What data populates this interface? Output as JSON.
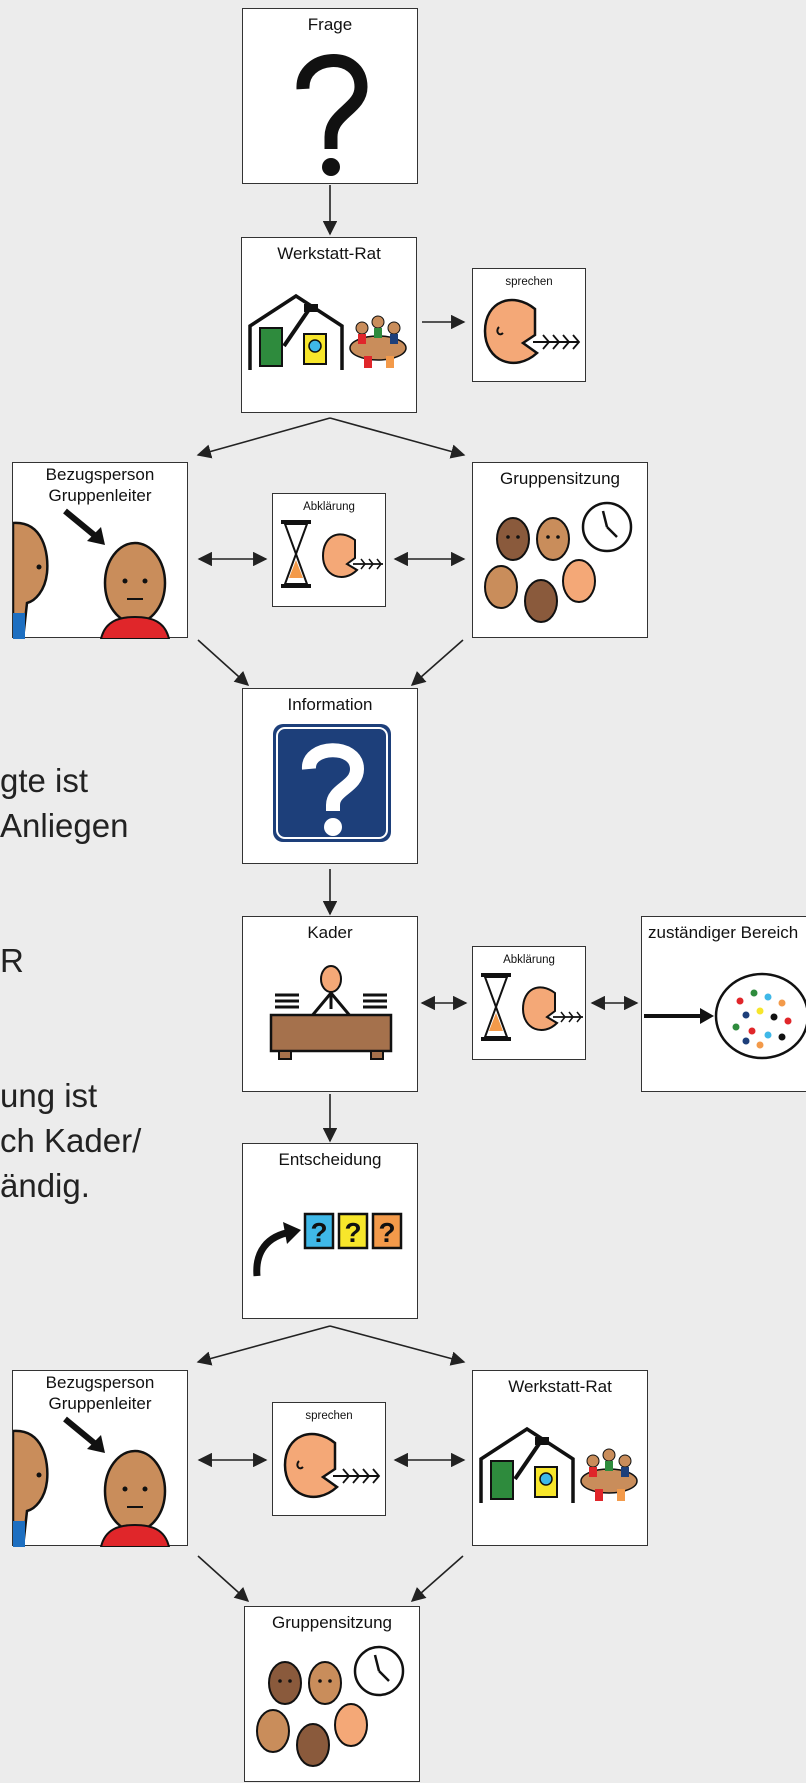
{
  "cards": {
    "frage": "Frage",
    "werkstatt_rat_1": "Werkstatt-Rat",
    "sprechen_1": "sprechen",
    "bezugsperson_1_line1": "Bezugsperson",
    "bezugsperson_1_line2": "Gruppenleiter",
    "abklaerung_1": "Abklärung",
    "gruppensitzung_1": "Gruppensitzung",
    "information": "Information",
    "kader": "Kader",
    "abklaerung_2": "Abklärung",
    "zustaendiger_bereich": "zuständiger Bereich",
    "entscheidung": "Entscheidung",
    "bezugsperson_2_line1": "Bezugsperson",
    "bezugsperson_2_line2": "Gruppenleiter",
    "sprechen_2": "sprechen",
    "werkstatt_rat_2": "Werkstatt-Rat",
    "gruppensitzung_2": "Gruppensitzung"
  },
  "side_text": {
    "line1": "gte ist",
    "line2": " Anliegen",
    "line3": "R",
    "line4": "ung ist",
    "line5": "ch Kader/",
    "line6": "ändig."
  },
  "colors": {
    "background": "#ececec",
    "info_blue": "#1d3f7a",
    "skin": "#f4a877",
    "skin_dark": "#c98d5b",
    "shirt_red": "#e0262a",
    "q_blue": "#3fb8e8",
    "q_yellow": "#f7e62b",
    "q_orange": "#f39a4a"
  }
}
